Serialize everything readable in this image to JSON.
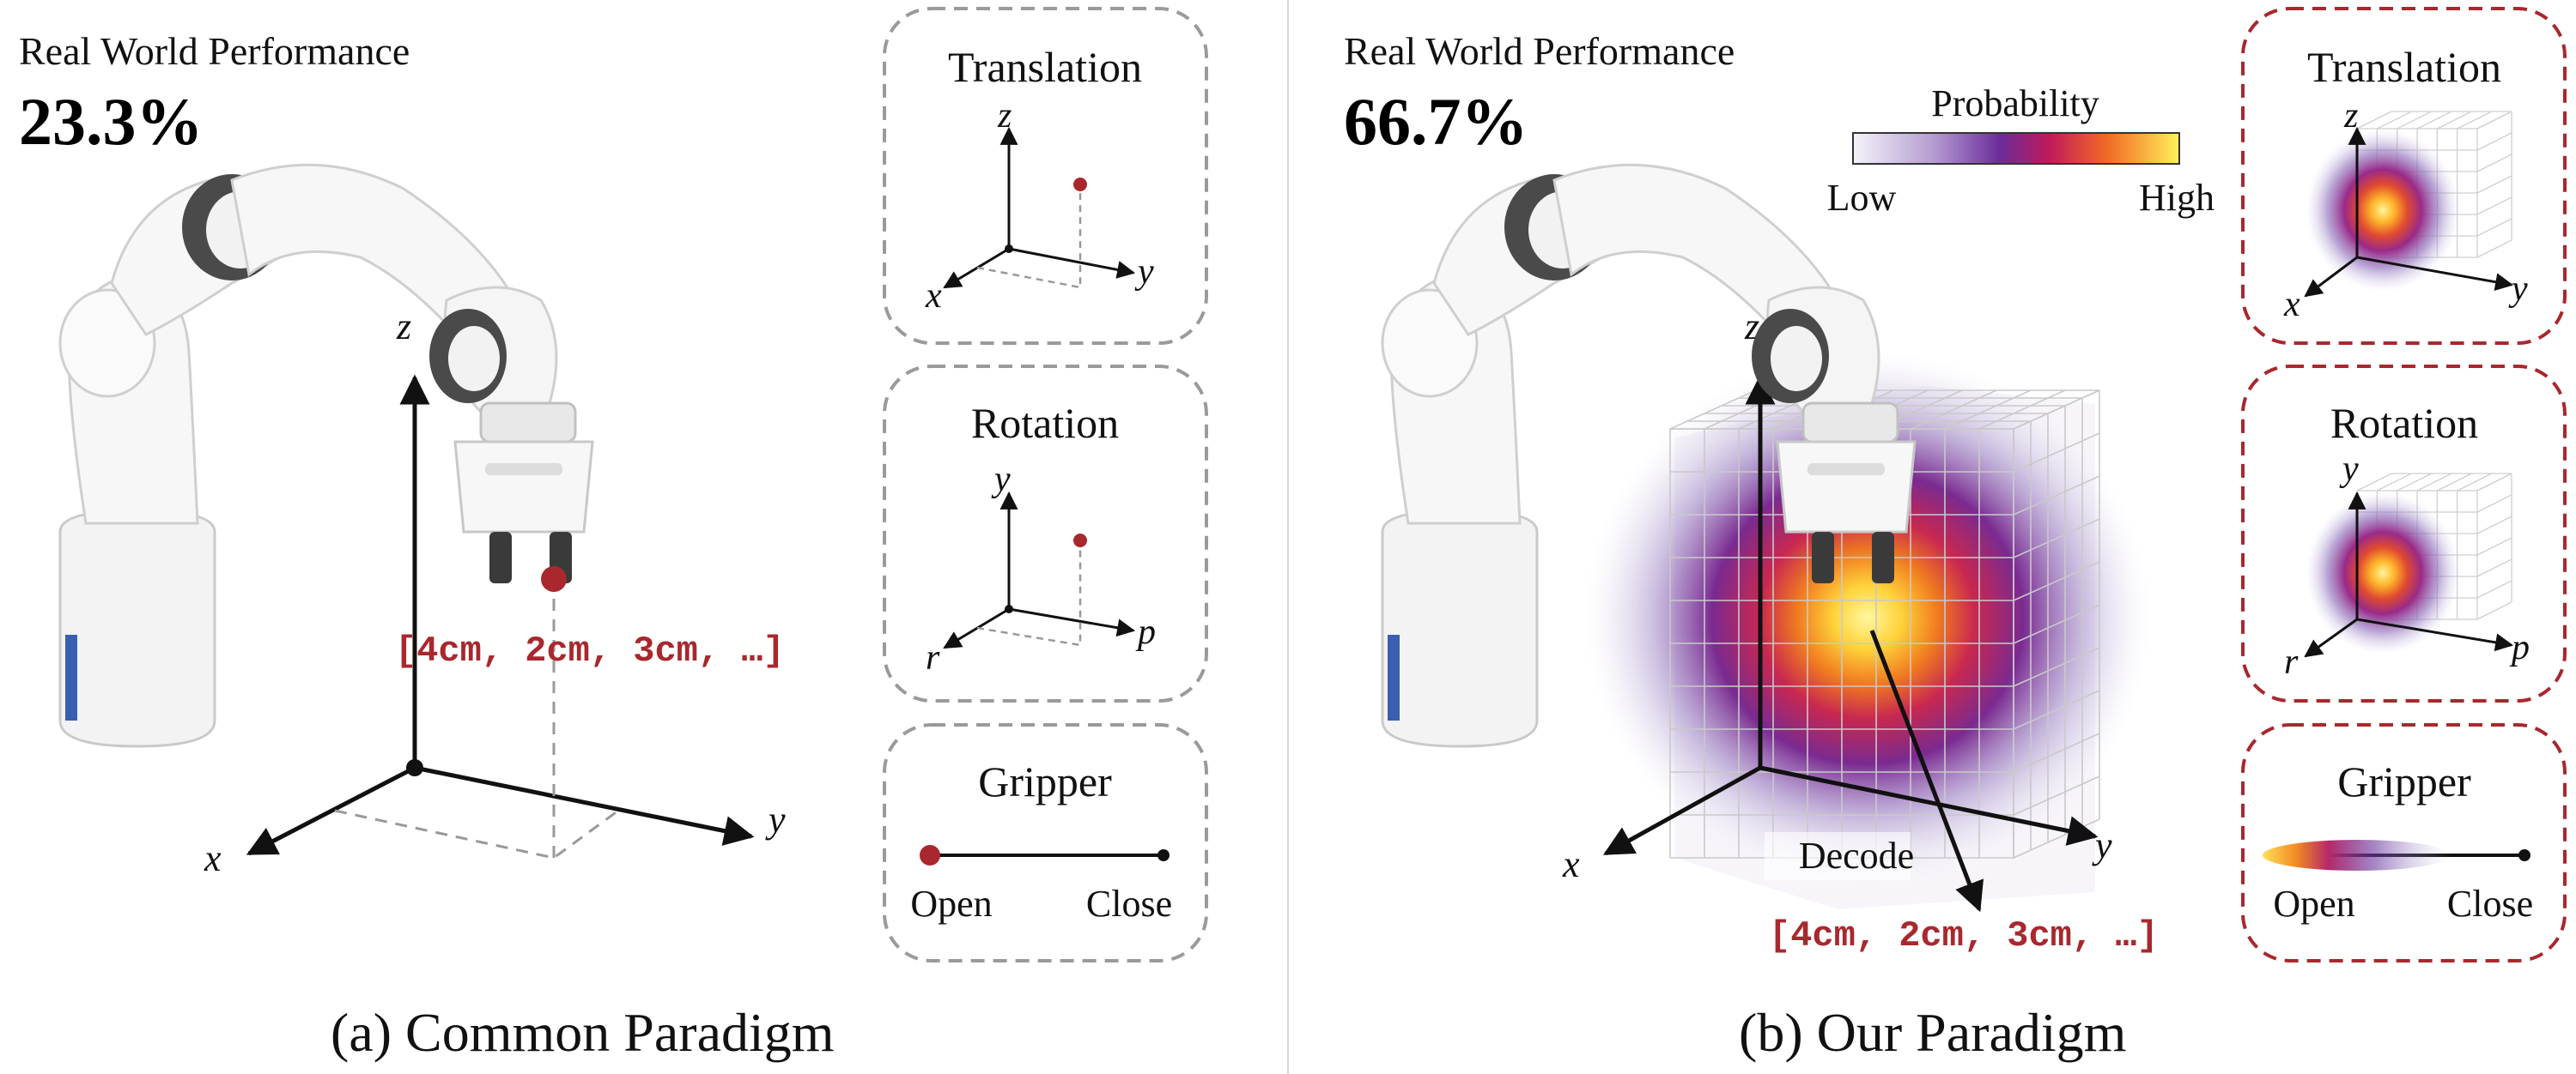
{
  "left": {
    "performance_label": "Real World Performance",
    "performance_value": "23.3%",
    "axes": {
      "x": "x",
      "y": "y",
      "z": "z"
    },
    "action_vector": "[4cm, 2cm, 3cm, …]",
    "caption": "(a) Common Paradigm",
    "panels": {
      "translation": {
        "title": "Translation",
        "axes": {
          "x": "x",
          "y": "y",
          "z": "z"
        }
      },
      "rotation": {
        "title": "Rotation",
        "axes": {
          "r": "r",
          "p": "p",
          "y": "y"
        }
      },
      "gripper": {
        "title": "Gripper",
        "open": "Open",
        "close": "Close"
      }
    }
  },
  "right": {
    "performance_label": "Real World Performance",
    "performance_value": "66.7%",
    "axes": {
      "x": "x",
      "y": "y",
      "z": "z"
    },
    "decode_label": "Decode",
    "action_vector": "[4cm, 2cm, 3cm, …]",
    "caption": "(b) Our Paradigm",
    "colorbar": {
      "title": "Probability",
      "low": "Low",
      "high": "High"
    },
    "panels": {
      "translation": {
        "title": "Translation",
        "axes": {
          "x": "x",
          "y": "y",
          "z": "z"
        }
      },
      "rotation": {
        "title": "Rotation",
        "axes": {
          "r": "r",
          "p": "p",
          "y": "y"
        }
      },
      "gripper": {
        "title": "Gripper",
        "open": "Open",
        "close": "Close"
      }
    }
  },
  "colors": {
    "accent_red": "#a8282e",
    "panel_border_left": "#9a9a9a",
    "panel_border_right": "#a8282e",
    "divider": "#d0d0d0"
  },
  "icons": [
    "robot-arm-icon",
    "probability-heatmap-icon"
  ]
}
